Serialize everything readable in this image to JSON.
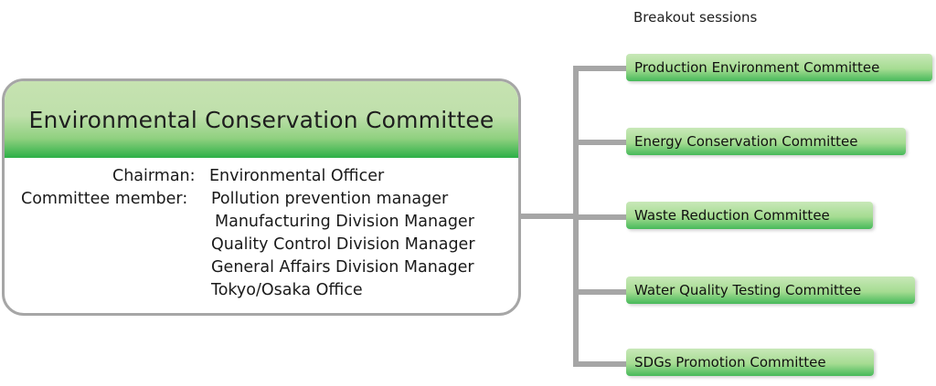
{
  "heading": "Breakout sessions",
  "main": {
    "title": "Environmental Conservation Committee",
    "chairman_label": "Chairman:",
    "chairman_value": "Environmental Officer",
    "member_label": "Committee member:",
    "members": [
      "Pollution prevention manager",
      "Manufacturing Division Manager",
      "Quality Control Division Manager",
      "General Affairs Division Manager",
      "Tokyo/Osaka Office"
    ]
  },
  "subcommittees": [
    "Production Environment Committee",
    "Energy Conservation Committee",
    "Waste Reduction Committee",
    "Water Quality Testing Committee",
    "SDGs Promotion Committee"
  ],
  "colors": {
    "connector": "#a6a6a6",
    "header_top": "#c6e2b1",
    "header_bottom": "#2cb046",
    "box_border": "#a6a6a6"
  }
}
